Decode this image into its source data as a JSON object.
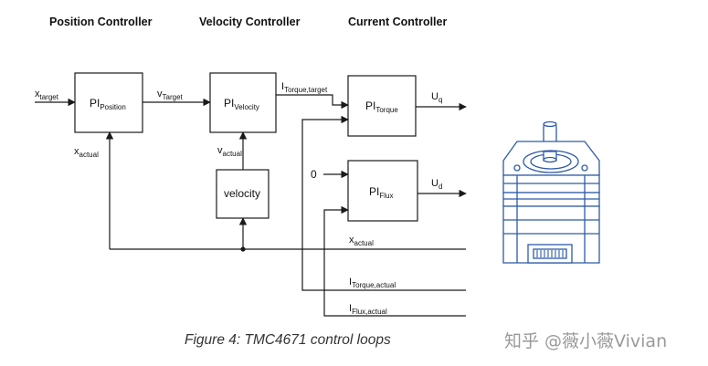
{
  "headers": {
    "position": "Position Controller",
    "velocity": "Velocity Controller",
    "current": "Current Controller"
  },
  "blocks": {
    "pi_position": {
      "main": "PI",
      "sub": "Position"
    },
    "pi_velocity": {
      "main": "PI",
      "sub": "Velocity"
    },
    "pi_torque": {
      "main": "PI",
      "sub": "Torque"
    },
    "pi_flux": {
      "main": "PI",
      "sub": "Flux"
    },
    "velocity": "velocity"
  },
  "signals": {
    "x_target": {
      "main": "x",
      "sub": "target"
    },
    "v_target": {
      "main": "v",
      "sub": "Target"
    },
    "i_torque_target": {
      "main": "I",
      "sub": "Torque,target"
    },
    "u_q": {
      "main": "U",
      "sub": "q"
    },
    "u_d": {
      "main": "U",
      "sub": "d"
    },
    "zero": "0",
    "x_actual_left": {
      "main": "x",
      "sub": "actual"
    },
    "v_actual": {
      "main": "v",
      "sub": "actual"
    },
    "x_actual_bus": {
      "main": "x",
      "sub": "actual"
    },
    "i_torque_actual": {
      "main": "I",
      "sub": "Torque,actual"
    },
    "i_flux_actual": {
      "main": "I",
      "sub": "Flux,actual"
    }
  },
  "caption": "Figure 4: TMC4671 control loops",
  "watermark": "知乎 @薇小薇Vivian",
  "colors": {
    "line": "#1a1a1a",
    "motor": "#2e5aa8"
  }
}
